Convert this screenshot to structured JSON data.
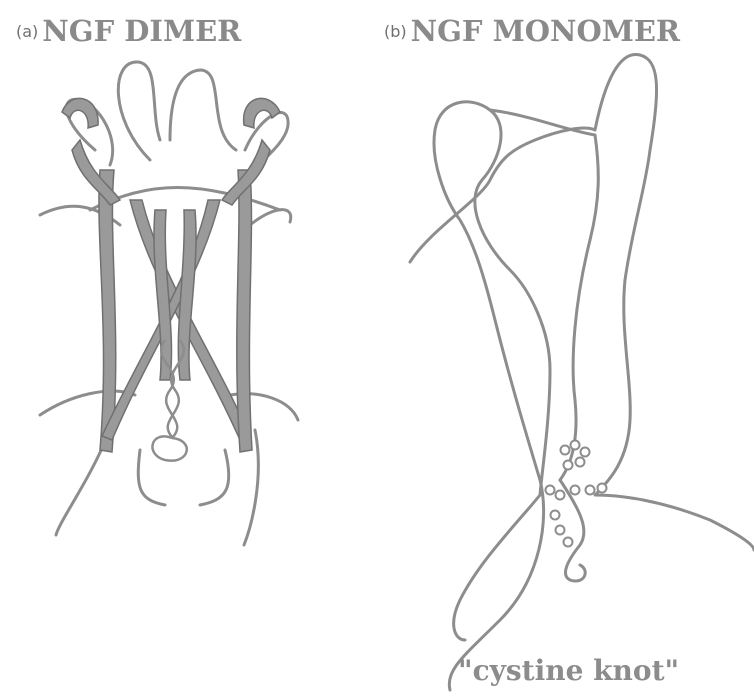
{
  "panel_a": {
    "tag": "(a)",
    "title": "NGF DIMER"
  },
  "panel_b": {
    "tag": "(b)",
    "title": "NGF MONOMER"
  },
  "caption": "\"cystine knot\"",
  "colors": {
    "strand": "#8d8d8d",
    "ribbon": "#9a9a9a",
    "text": "#8a8a8a"
  }
}
